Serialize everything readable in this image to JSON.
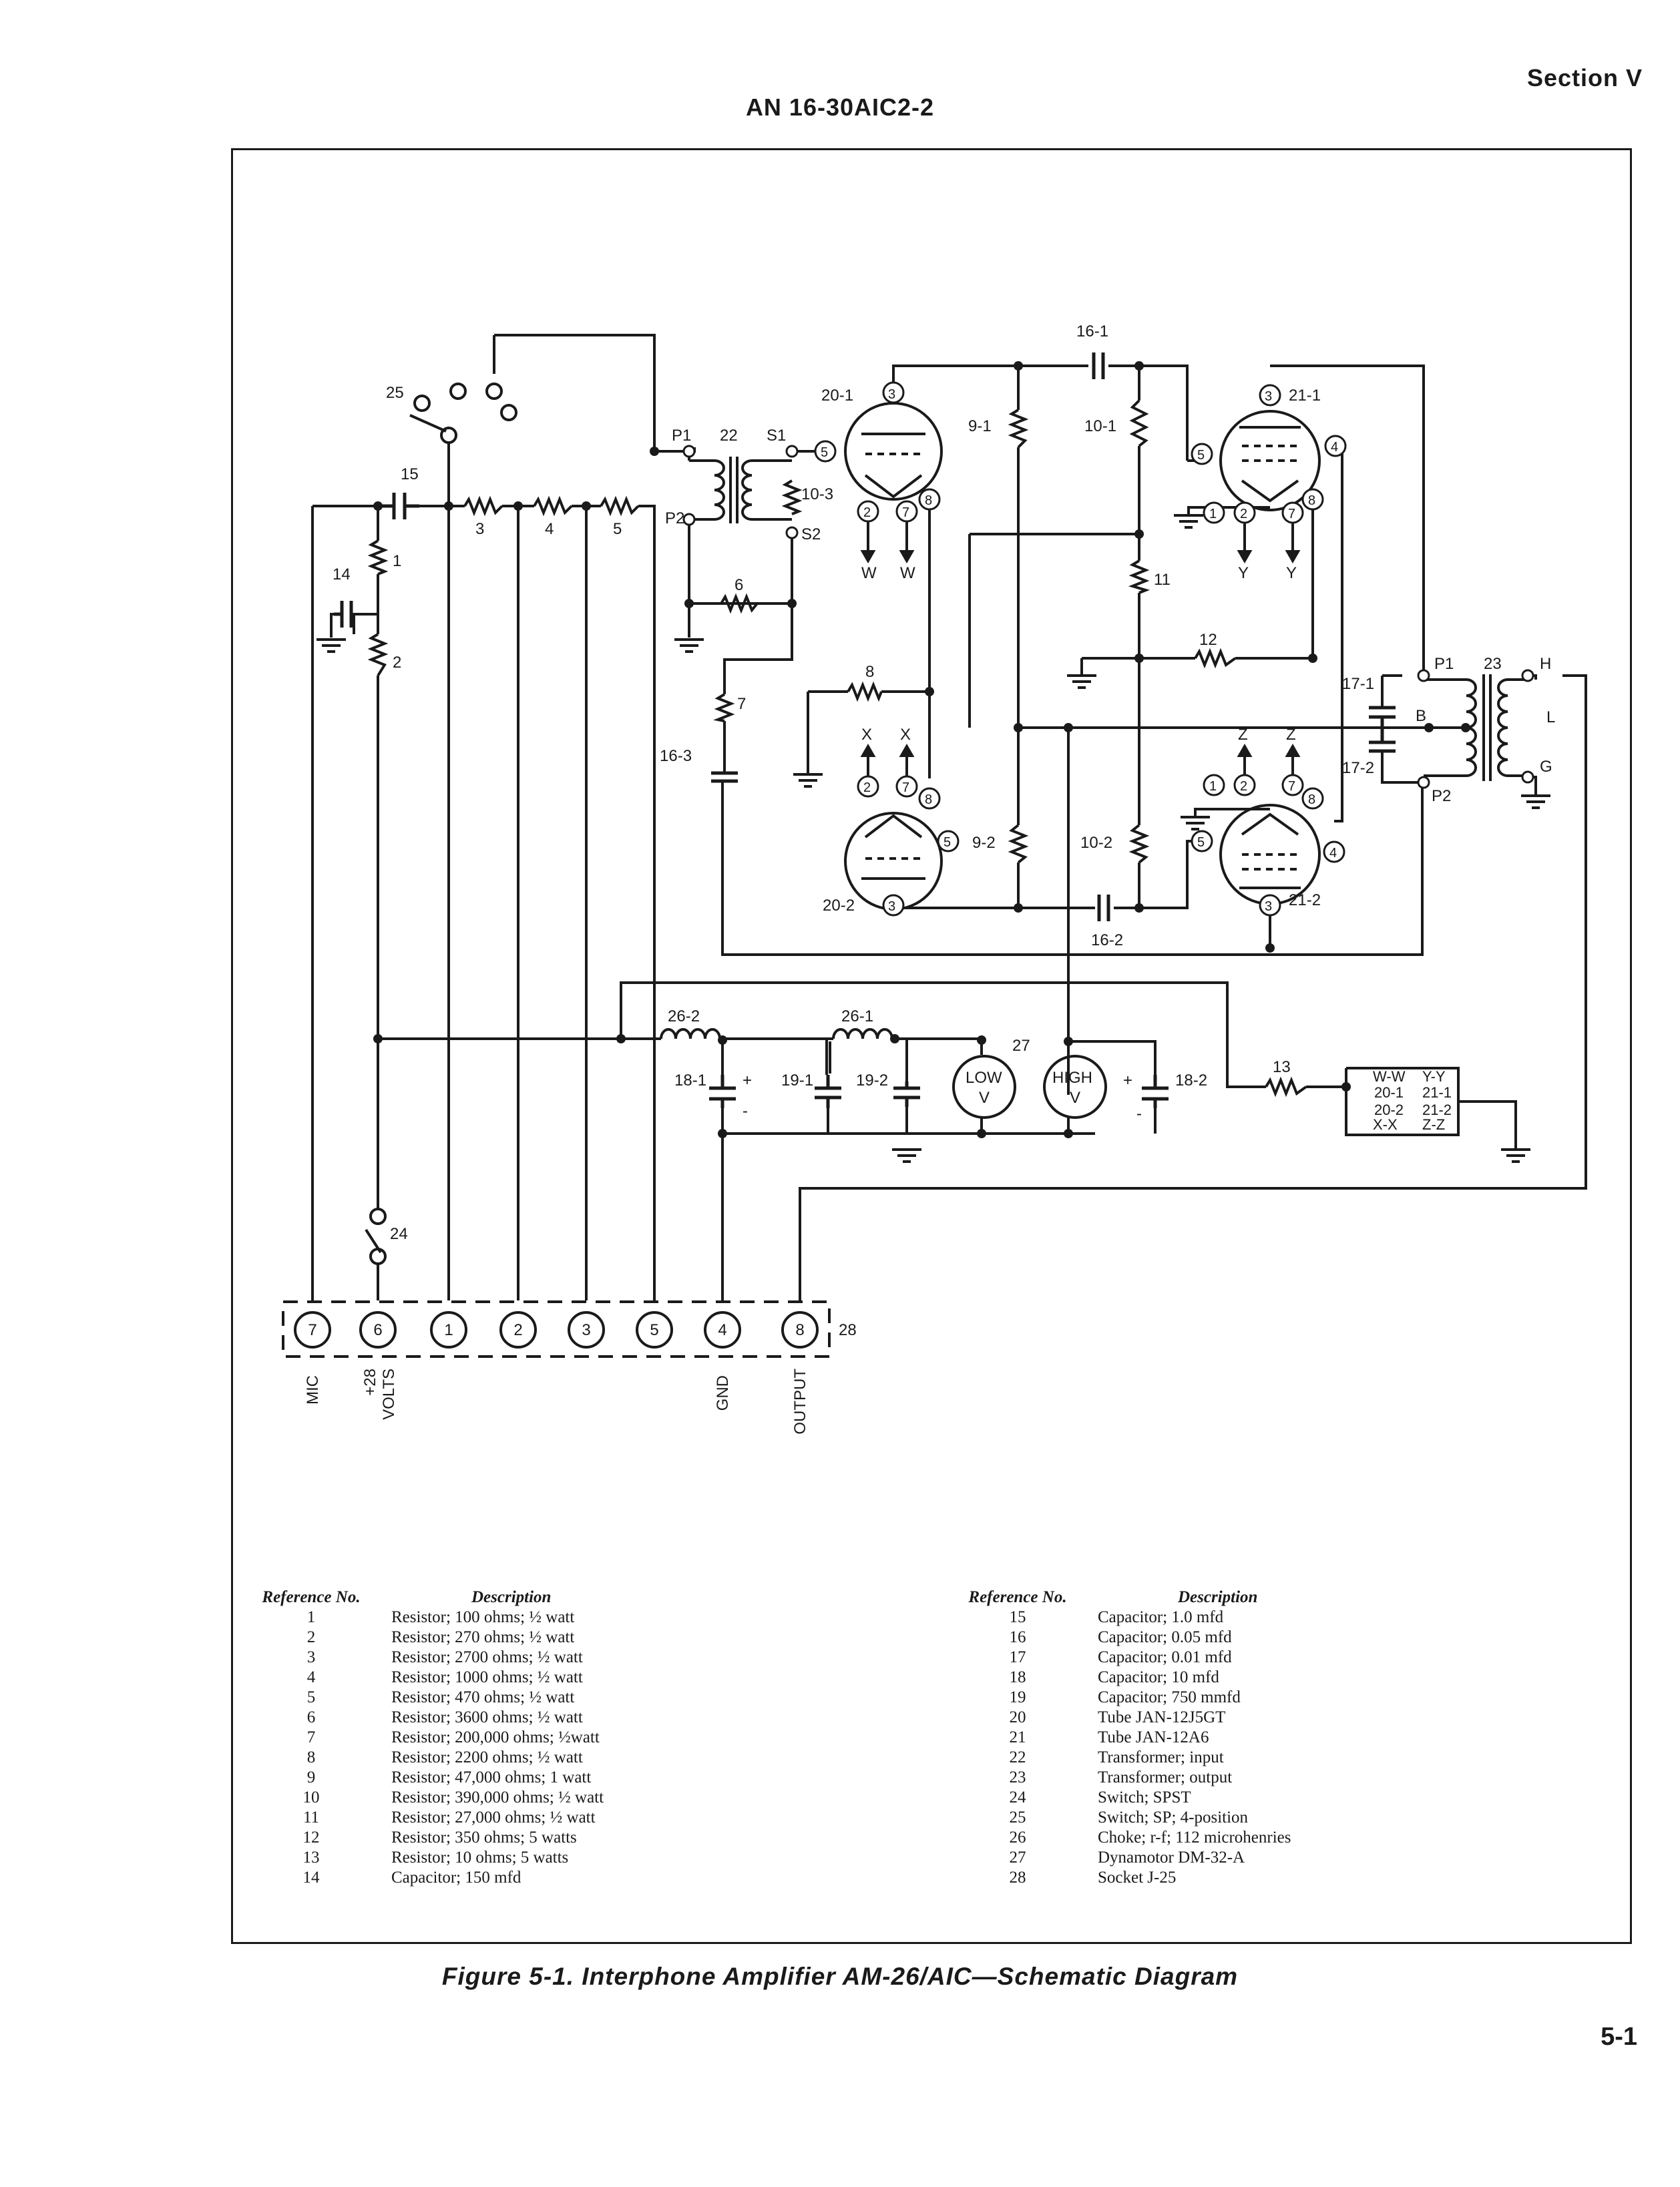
{
  "header": {
    "section": "Section V",
    "doc_number": "AN 16-30AIC2-2"
  },
  "labels": {
    "r1": "1",
    "r2": "2",
    "r3": "3",
    "r4": "4",
    "r5": "5",
    "r6": "6",
    "r7": "7",
    "r8": "8",
    "r9_1": "9-1",
    "r9_2": "9-2",
    "r10_1": "10-1",
    "r10_2": "10-2",
    "r10_3": "10-3",
    "r11": "11",
    "r12": "12",
    "r13": "13",
    "c14": "14",
    "c15": "15",
    "c16_1": "16-1",
    "c16_2": "16-2",
    "c16_3": "16-3",
    "c17_1": "17-1",
    "c17_2": "17-2",
    "c18_1": "18-1",
    "c18_2": "18-2",
    "c19_1": "19-1",
    "c19_2": "19-2",
    "t20_1": "20-1",
    "t20_2": "20-2",
    "t21_1": "21-1",
    "t21_2": "21-2",
    "t22": "22",
    "t23": "23",
    "s24": "24",
    "s25": "25",
    "l26_1": "26-1",
    "l26_2": "26-2",
    "d27": "27",
    "j28": "28",
    "p1": "P1",
    "p2": "P2",
    "s1": "S1",
    "s2": "S2",
    "p1b": "P1",
    "p2b": "P2",
    "tb": "B",
    "th": "H",
    "tl": "L",
    "tg": "G",
    "pin1": "1",
    "pin2": "2",
    "pin3": "3",
    "pin4": "4",
    "pin5": "5",
    "pin7": "7",
    "pin8": "8",
    "w": "W",
    "x": "X",
    "y": "Y",
    "z": "Z",
    "plus": "+",
    "minus": "-",
    "low": "LOW",
    "high": "HIGH",
    "v": "V",
    "ww": "W-W",
    "yy": "Y-Y",
    "xx": "X-X",
    "zz": "Z-Z",
    "ww_t": "20-1",
    "yy_t": "21-1",
    "xx_t": "20-2",
    "zz_t": "21-2",
    "sock": [
      "7",
      "6",
      "1",
      "2",
      "3",
      "5",
      "4",
      "8"
    ],
    "mic": "MIC",
    "v28a": "+28",
    "v28b": "VOLTS",
    "gnd": "GND",
    "output": "OUTPUT"
  },
  "parts_table": {
    "ref_header": "Reference No.",
    "desc_header": "Description",
    "left": [
      {
        "ref": "1",
        "desc": "Resistor; 100 ohms; ½ watt"
      },
      {
        "ref": "2",
        "desc": "Resistor; 270 ohms; ½ watt"
      },
      {
        "ref": "3",
        "desc": "Resistor; 2700 ohms; ½ watt"
      },
      {
        "ref": "4",
        "desc": "Resistor; 1000 ohms; ½ watt"
      },
      {
        "ref": "5",
        "desc": "Resistor; 470 ohms; ½ watt"
      },
      {
        "ref": "6",
        "desc": "Resistor; 3600 ohms; ½ watt"
      },
      {
        "ref": "7",
        "desc": "Resistor; 200,000 ohms; ½watt"
      },
      {
        "ref": "8",
        "desc": "Resistor; 2200 ohms; ½ watt"
      },
      {
        "ref": "9",
        "desc": "Resistor; 47,000 ohms; 1 watt"
      },
      {
        "ref": "10",
        "desc": "Resistor; 390,000 ohms; ½ watt"
      },
      {
        "ref": "11",
        "desc": "Resistor; 27,000 ohms; ½ watt"
      },
      {
        "ref": "12",
        "desc": "Resistor; 350 ohms; 5 watts"
      },
      {
        "ref": "13",
        "desc": "Resistor; 10 ohms; 5 watts"
      },
      {
        "ref": "14",
        "desc": "Capacitor; 150 mfd"
      }
    ],
    "right": [
      {
        "ref": "15",
        "desc": "Capacitor; 1.0 mfd"
      },
      {
        "ref": "16",
        "desc": "Capacitor; 0.05 mfd"
      },
      {
        "ref": "17",
        "desc": "Capacitor; 0.01 mfd"
      },
      {
        "ref": "18",
        "desc": "Capacitor; 10 mfd"
      },
      {
        "ref": "19",
        "desc": "Capacitor; 750 mmfd"
      },
      {
        "ref": "20",
        "desc": "Tube JAN-12J5GT"
      },
      {
        "ref": "21",
        "desc": "Tube JAN-12A6"
      },
      {
        "ref": "22",
        "desc": "Transformer; input"
      },
      {
        "ref": "23",
        "desc": "Transformer; output"
      },
      {
        "ref": "24",
        "desc": "Switch; SPST"
      },
      {
        "ref": "25",
        "desc": "Switch; SP; 4-position"
      },
      {
        "ref": "26",
        "desc": "Choke; r-f; 112 microhenries"
      },
      {
        "ref": "27",
        "desc": "Dynamotor DM-32-A"
      },
      {
        "ref": "28",
        "desc": "Socket J-25"
      }
    ]
  },
  "caption": "Figure 5-1. Interphone Amplifier AM-26/AIC—Schematic Diagram",
  "page_number": "5-1"
}
